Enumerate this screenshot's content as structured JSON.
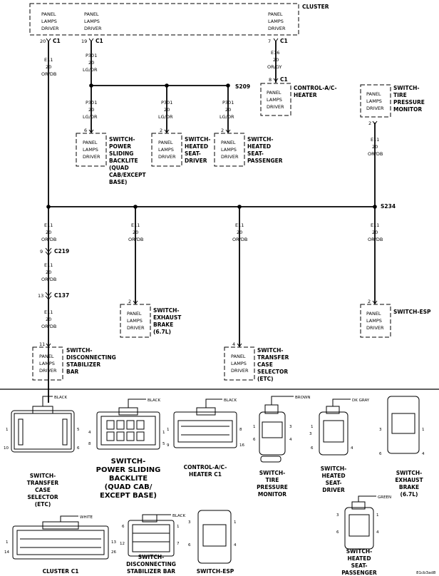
{
  "driver_text": [
    "PANEL",
    "LAMPS",
    "DRIVER"
  ],
  "cluster": {
    "title": "CLUSTER"
  },
  "wires": {
    "e11_1": "E11",
    "e11_2": "20",
    "e11_3": "OR/DB",
    "p301_1": "P301",
    "p301_2": "20",
    "p301_3": "LG/OR",
    "e16_1": "E16",
    "e16_2": "20",
    "e16_3": "OR/GY"
  },
  "connectors": {
    "c1": "C1",
    "c219": "C219",
    "c137": "C137",
    "s209": "S209",
    "s234": "S234"
  },
  "pins": {
    "p20": "20",
    "p19": "19",
    "p7": "7",
    "p8": "8",
    "p6": "6",
    "p2": "2",
    "p4": "4",
    "p9": "9",
    "p13": "13",
    "p11": "11"
  },
  "components": {
    "control_heater": [
      "CONTROL-A/C-",
      "HEATER"
    ],
    "tire_pressure": [
      "SWITCH-",
      "TIRE",
      "PRESSURE",
      "MONITOR"
    ],
    "power_sliding": [
      "SWITCH-",
      "POWER",
      "SLIDING",
      "BACKLITE",
      "(QUAD",
      "CAB/EXCEPT",
      "BASE)"
    ],
    "heated_driver": [
      "SWITCH-",
      "HEATED",
      "SEAT-",
      "DRIVER"
    ],
    "heated_passenger": [
      "SWITCH-",
      "HEATED",
      "SEAT-",
      "PASSENGER"
    ],
    "exhaust_brake": [
      "SWITCH-",
      "EXHAUST",
      "BRAKE",
      "(6.7L)"
    ],
    "esp": [
      "SWITCH-ESP"
    ],
    "transfer_case": [
      "SWITCH-",
      "TRANSFER",
      "CASE",
      "SELECTOR",
      "(ETC)"
    ],
    "disconnecting": [
      "SWITCH-",
      "DISCONNECTING",
      "STABILIZER",
      "BAR"
    ]
  },
  "views": {
    "transfer": {
      "color": "BLACK",
      "caption": [
        "SWITCH-",
        "TRANSFER",
        "CASE",
        "SELECTOR",
        "(ETC)"
      ],
      "pins": [
        "1",
        "10",
        "5",
        "6"
      ]
    },
    "power_sliding": {
      "color": "BLACK",
      "caption": [
        "SWITCH-",
        "POWER SLIDING",
        "BACKLITE",
        "(QUAD CAB/",
        "EXCEPT BASE)"
      ],
      "pins": [
        "4",
        "8",
        "1",
        "5"
      ]
    },
    "control": {
      "color": "BLACK",
      "caption": [
        "CONTROL-A/C-",
        "HEATER C1"
      ],
      "pins": [
        "1",
        "9",
        "8",
        "16"
      ]
    },
    "tire": {
      "color": "BROWN",
      "caption": [
        "SWITCH-",
        "TIRE",
        "PRESSURE",
        "MONITOR"
      ],
      "pins": [
        "1",
        "3",
        "6",
        "4"
      ]
    },
    "heated_driver": {
      "color": "DK GRAY",
      "caption": [
        "SWITCH-",
        "HEATED",
        "SEAT-",
        "DRIVER"
      ],
      "pins": [
        "1",
        "3",
        "6",
        "4"
      ]
    },
    "exhaust": {
      "caption": [
        "SWITCH-",
        "EXHAUST",
        "BRAKE",
        "(6.7L)"
      ],
      "pins": [
        "1",
        "3",
        "6",
        "4"
      ]
    },
    "cluster": {
      "color": "WHITE",
      "caption": [
        "CLUSTER C1"
      ],
      "pins": [
        "1",
        "14",
        "13",
        "26"
      ]
    },
    "disconnect": {
      "color": "BLACK",
      "caption": [
        "SWITCH-",
        "DISCONNECTING",
        "STABILIZER BAR"
      ],
      "pins": [
        "6",
        "12",
        "1",
        "7"
      ]
    },
    "esp": {
      "caption": [
        "SWITCH-ESP"
      ],
      "pins": [
        "1",
        "3",
        "6",
        "4"
      ]
    },
    "heated_passenger": {
      "color": "GREEN",
      "caption": [
        "SWITCH-",
        "HEATED",
        "SEAT-",
        "PASSENGER"
      ],
      "pins": [
        "1",
        "3",
        "6",
        "4"
      ]
    }
  },
  "figure_id": "81cb3ad8"
}
